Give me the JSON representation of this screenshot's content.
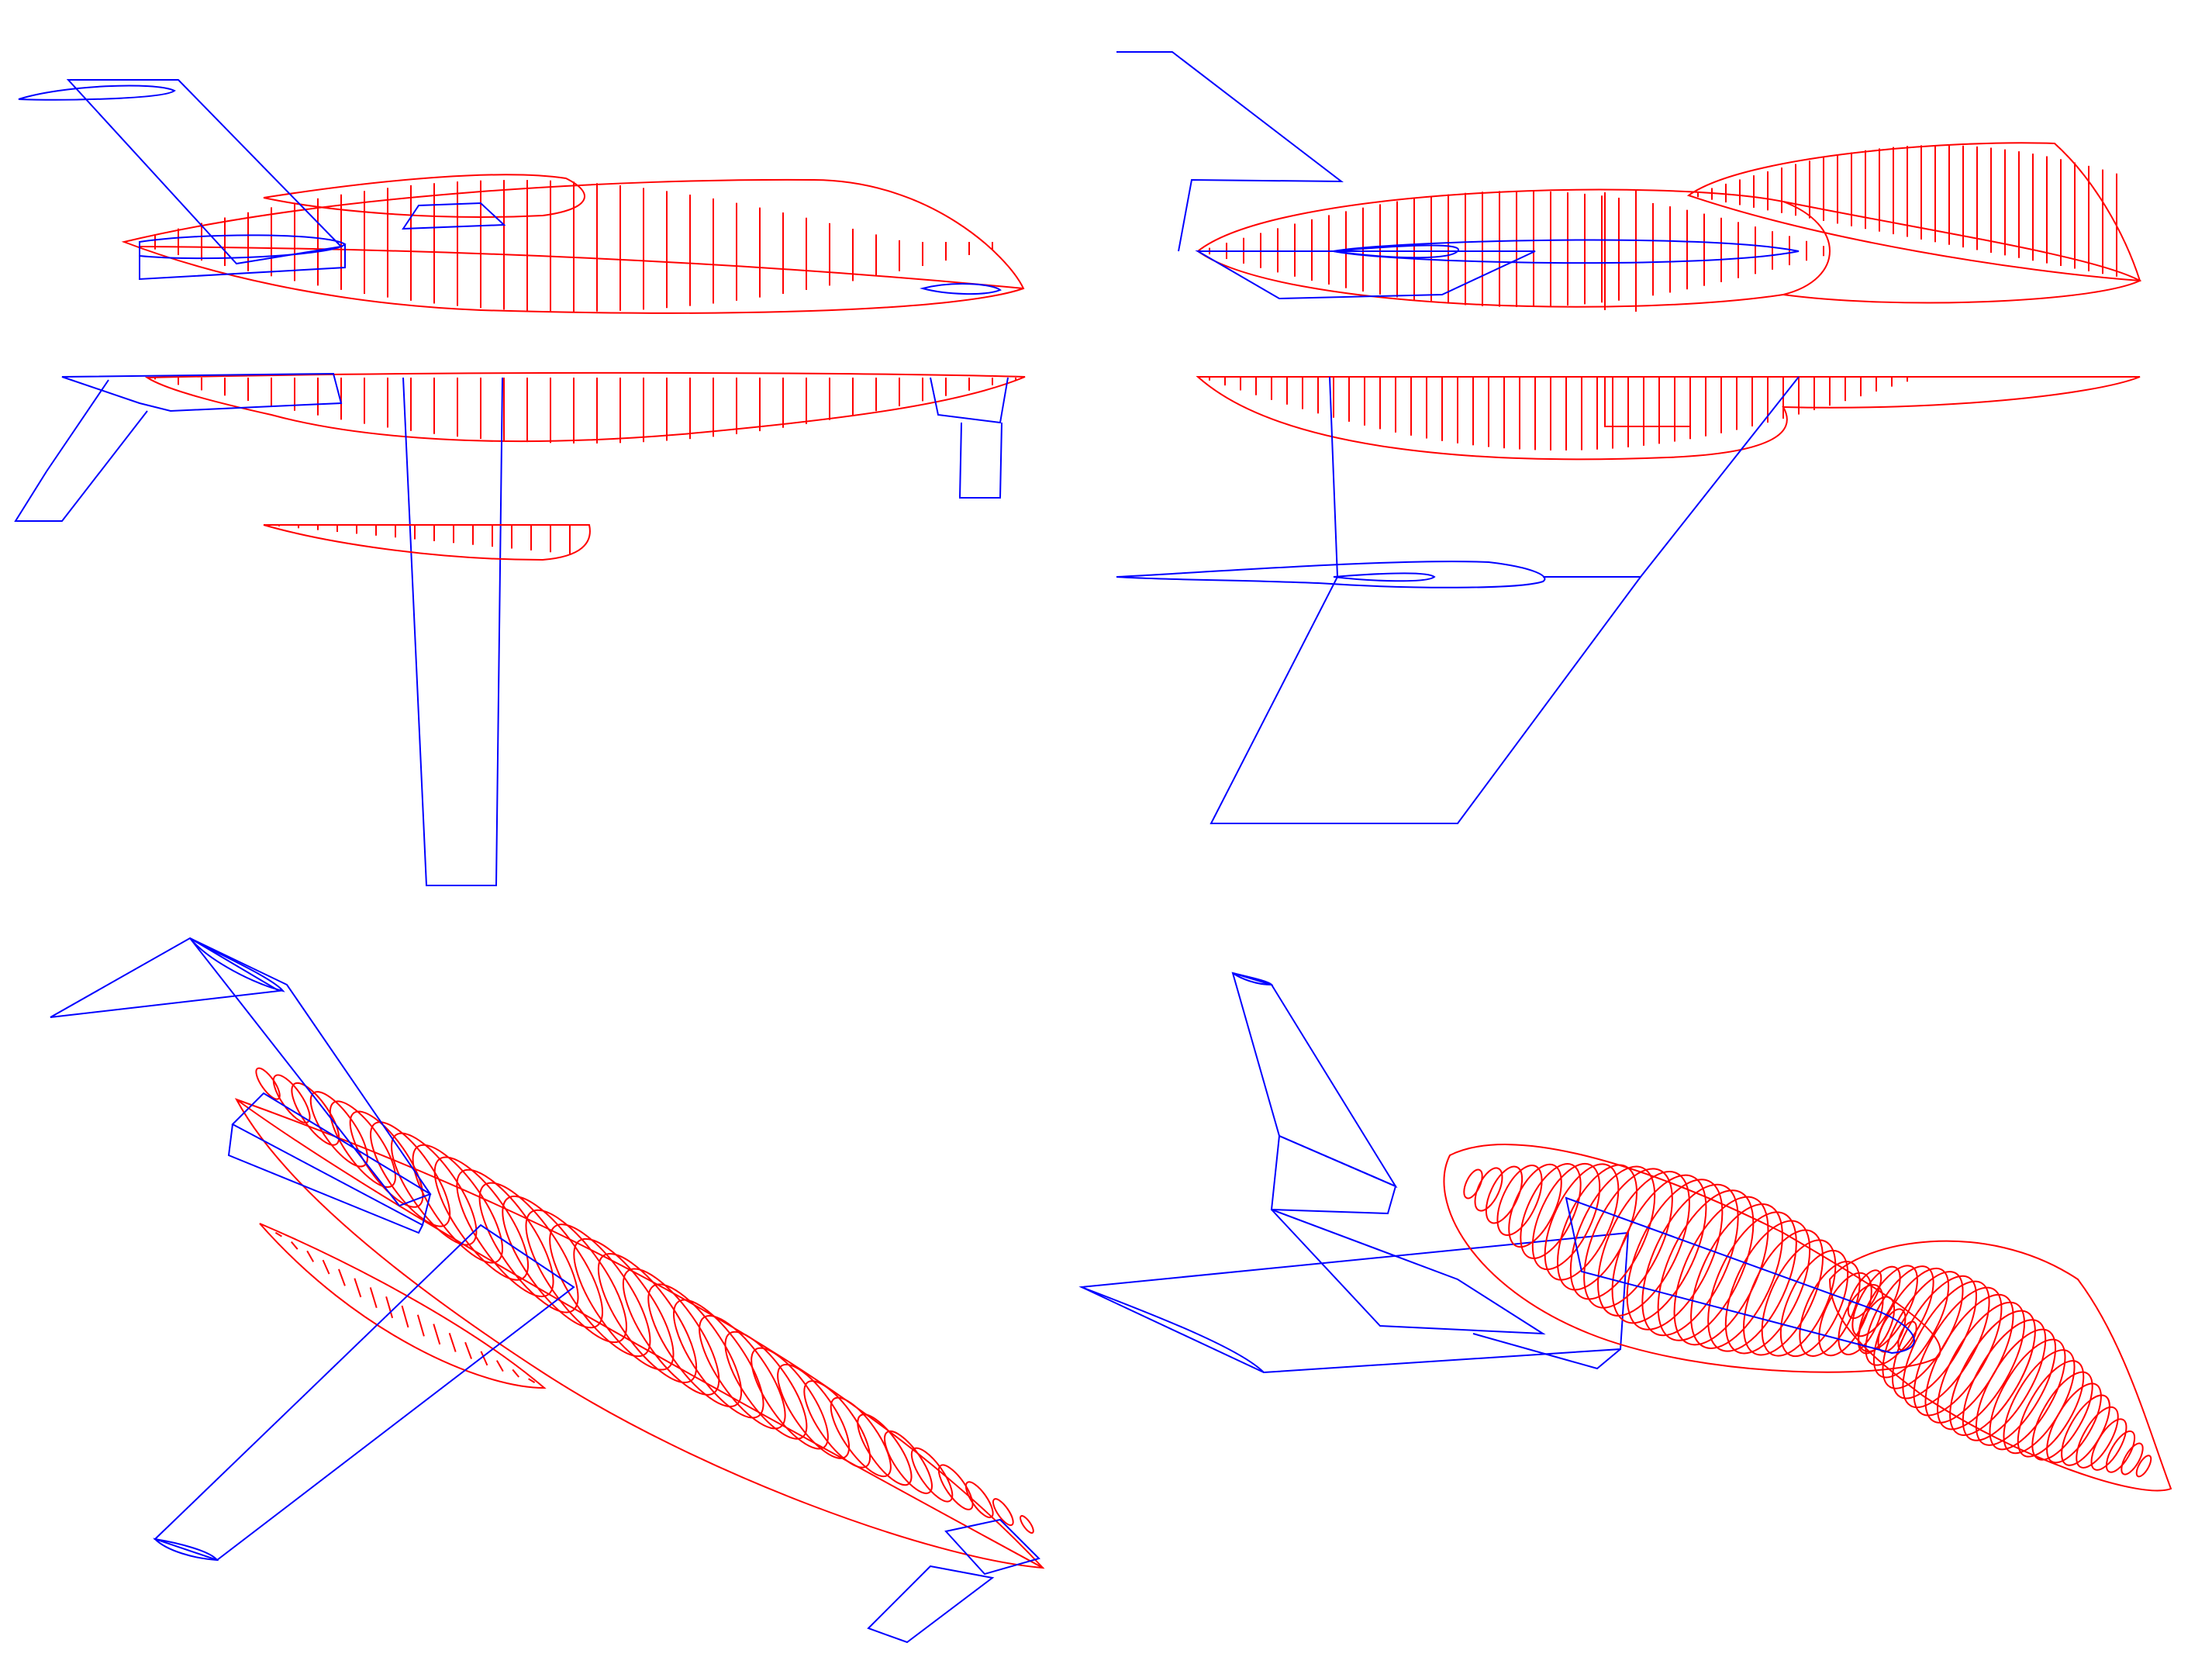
{
  "colors": {
    "background": "#ffffff",
    "fuselage_and_tail_cone": "#ff0000",
    "lifting_surfaces": "#0000ff"
  },
  "panels": [
    {
      "view": "side"
    },
    {
      "view": "top"
    },
    {
      "view": "isometric"
    },
    {
      "view": "rear-isometric"
    }
  ]
}
